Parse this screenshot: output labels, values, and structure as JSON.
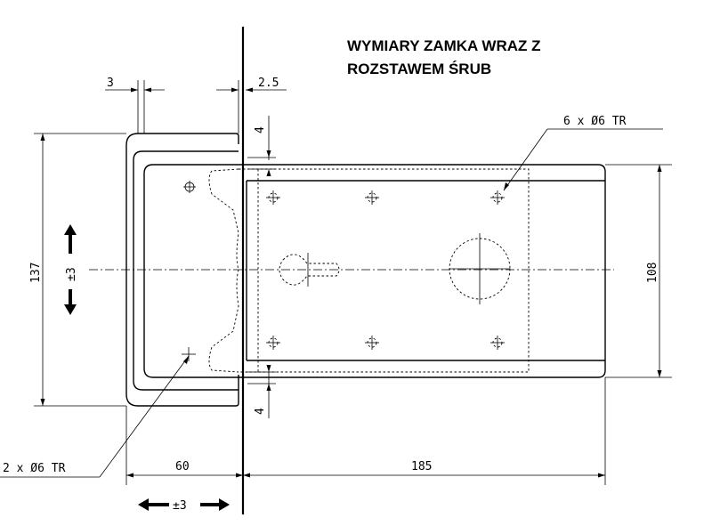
{
  "title": {
    "line1": "WYMIARY ZAMKA WRAZ Z",
    "line2": "ROZSTAWEM ŚRUB"
  },
  "dimensions": {
    "top_left": "3",
    "top_right": "2.5",
    "gap_top": "4",
    "gap_bottom": "4",
    "height_total": "137",
    "height_adjust": "±3",
    "height_plate": "108",
    "width_bracket": "60",
    "width_plate": "185",
    "width_adjust": "±3"
  },
  "callouts": {
    "holes_plate": "6 x Ø6 TR",
    "holes_bracket": "2 x Ø6 TR"
  }
}
